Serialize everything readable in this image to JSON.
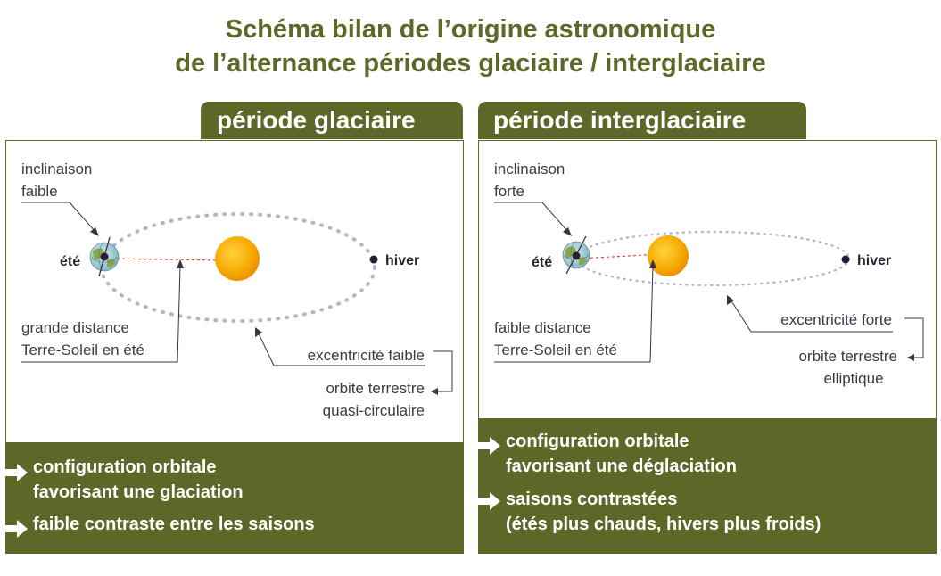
{
  "title": {
    "line1": "Schéma bilan de l’origine astronomique",
    "line2": "de l’alternance périodes glaciaire / interglaciaire"
  },
  "colors": {
    "olive": "#5e6628",
    "sun": "#f5a300",
    "orbit": "#b9b3c8",
    "distance": "#e0472a",
    "text": "#3d3a45"
  },
  "glacial": {
    "tab": "période glaciaire",
    "tilt_label_1": "inclinaison",
    "tilt_label_2": "faible",
    "summer": "été",
    "winter": "hiver",
    "distance_label_1": "grande distance",
    "distance_label_2": "Terre-Soleil en été",
    "eccentricity": "excentricité faible",
    "orbit_label_1": "orbite terrestre",
    "orbit_label_2": "quasi-circulaire",
    "bullets": [
      [
        "configuration orbitale",
        "favorisant une glaciation"
      ],
      [
        "faible contraste entre les saisons"
      ]
    ]
  },
  "interglacial": {
    "tab": "période interglaciaire",
    "tilt_label_1": "inclinaison",
    "tilt_label_2": "forte",
    "summer": "été",
    "winter": "hiver",
    "distance_label_1": "faible distance",
    "distance_label_2": "Terre-Soleil en été",
    "eccentricity": "excentricité forte",
    "orbit_label_1": "orbite terrestre",
    "orbit_label_2": "elliptique",
    "bullets": [
      [
        "configuration orbitale",
        "favorisant une déglaciation"
      ],
      [
        "saisons contrastées",
        "(étés plus chauds, hivers plus froids)"
      ]
    ]
  },
  "icons": {
    "bullet": "arrow-right-icon",
    "sun": "sun-icon",
    "earth": "earth-globe-icon",
    "winter_position": "dot-icon"
  }
}
